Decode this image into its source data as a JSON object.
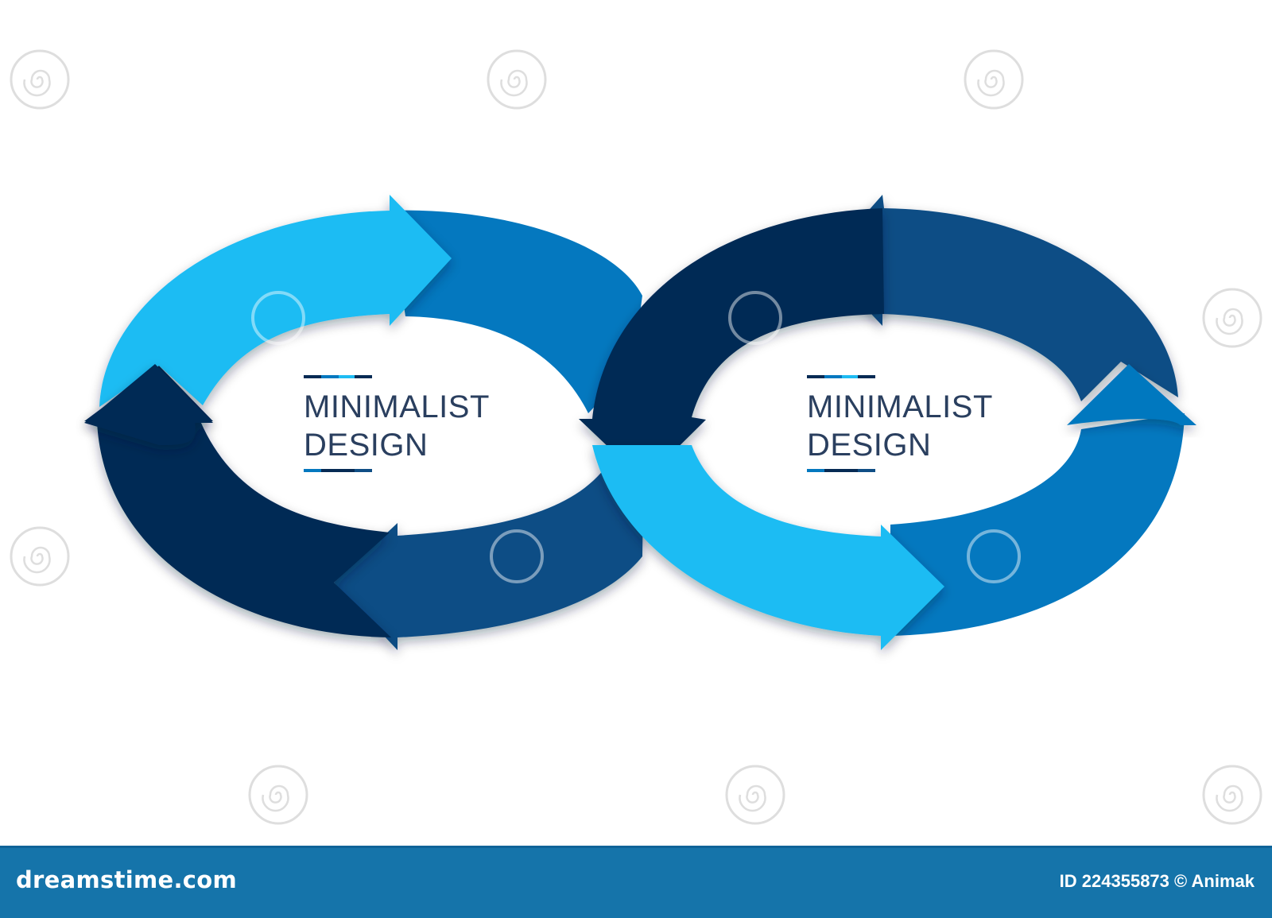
{
  "colors": {
    "light_blue": "#1ebcf3",
    "mid_blue": "#0478bf",
    "steel_blue": "#0f4e85",
    "navy": "#062a54",
    "text": "#2a3f5f",
    "footer": "#1574aa"
  },
  "loops": [
    {
      "title_line1": "MINIMALIST",
      "title_line2": "DESIGN"
    },
    {
      "title_line1": "MINIMALIST",
      "title_line2": "DESIGN"
    }
  ],
  "footer": {
    "brand": "dreamstime.com",
    "id_text": "ID 224355873 © Animak"
  }
}
